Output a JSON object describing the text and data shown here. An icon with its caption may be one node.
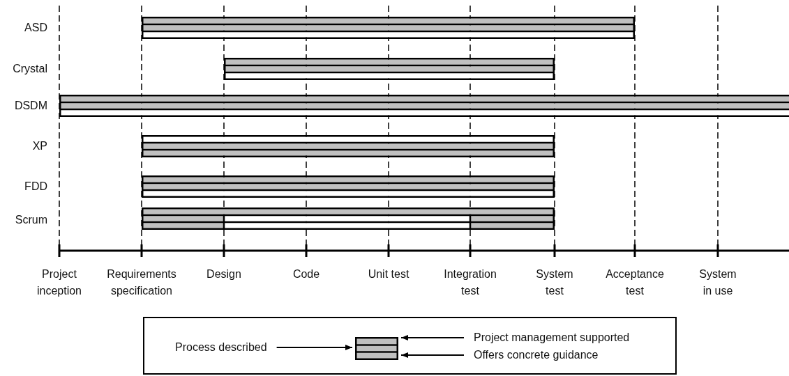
{
  "diagram": {
    "nodes": [
      {
        "text": [],
        "shape": "bar"
      },
      {
        "text": [],
        "shape": "bar"
      },
      {
        "text": [],
        "shape": "bar"
      },
      {
        "text": [],
        "shape": "bar"
      },
      {
        "text": [],
        "shape": "bar"
      },
      {
        "text": [],
        "shape": "bar"
      },
      {
        "text": [],
        "shape": "box"
      },
      {
        "text": [
          "Process described"
        ],
        "in": 6
      },
      {
        "text": [],
        "shape": "bar",
        "in": 6
      },
      {
        "text": [
          "Project management supported"
        ],
        "in": 6
      },
      {
        "text": [
          "Offers concrete guidance"
        ],
        "in": 6
      }
    ],
    "edges": [
      {
        "from": 7,
        "to": 8,
        "arrow": "to"
      },
      {
        "from": 9,
        "to": 8,
        "arrow": "to"
      },
      {
        "from": 10,
        "to": 8,
        "arrow": "to"
      }
    ],
    "labels": [
      "ASD",
      "Crystal",
      "DSDM",
      "XP",
      "FDD",
      "Scrum",
      "Project inception",
      "Requirements specification",
      "Design",
      "Code",
      "Unit test",
      "Integration test",
      "System test",
      "Acceptance test",
      "System in use"
    ]
  }
}
